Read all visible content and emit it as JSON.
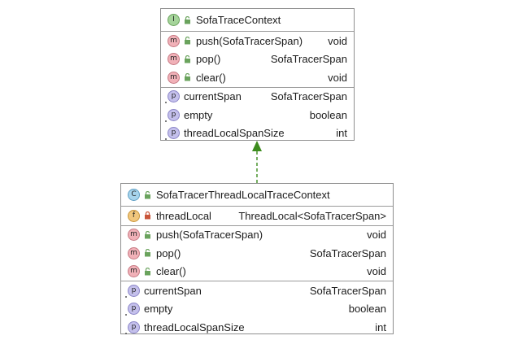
{
  "interface": {
    "kind_icon": "I",
    "name": "SofaTraceContext",
    "methods": [
      {
        "icon": "m",
        "name": "push(SofaTracerSpan)",
        "type": "void"
      },
      {
        "icon": "m",
        "name": "pop()",
        "type": "SofaTracerSpan"
      },
      {
        "icon": "m",
        "name": "clear()",
        "type": "void"
      }
    ],
    "properties": [
      {
        "icon": "p",
        "name": "currentSpan",
        "type": "SofaTracerSpan"
      },
      {
        "icon": "p",
        "name": "empty",
        "type": "boolean"
      },
      {
        "icon": "p",
        "name": "threadLocalSpanSize",
        "type": "int"
      }
    ]
  },
  "class": {
    "kind_icon": "C",
    "name": "SofaTracerThreadLocalTraceContext",
    "fields": [
      {
        "icon": "f",
        "name": "threadLocal",
        "type": "ThreadLocal<SofaTracerSpan>"
      }
    ],
    "methods": [
      {
        "icon": "m",
        "name": "push(SofaTracerSpan)",
        "type": "void"
      },
      {
        "icon": "m",
        "name": "pop()",
        "type": "SofaTracerSpan"
      },
      {
        "icon": "m",
        "name": "clear()",
        "type": "void"
      }
    ],
    "properties": [
      {
        "icon": "p",
        "name": "currentSpan",
        "type": "SofaTracerSpan"
      },
      {
        "icon": "p",
        "name": "empty",
        "type": "boolean"
      },
      {
        "icon": "p",
        "name": "threadLocalSpanSize",
        "type": "int"
      }
    ]
  },
  "relation": {
    "kind": "implements",
    "color": "#3d8c1e"
  }
}
